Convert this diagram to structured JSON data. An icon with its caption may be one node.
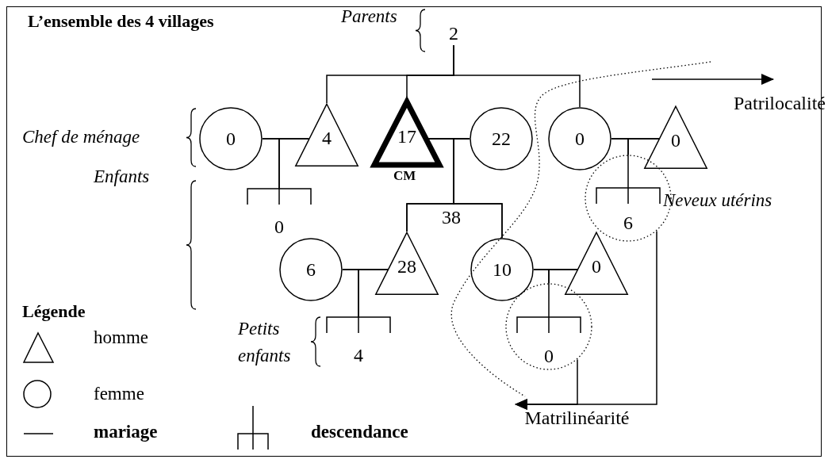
{
  "diagram": {
    "title": "L’ensemble des 4 villages",
    "nodes": [
      {
        "text": [
          "2"
        ]
      },
      {
        "text": [
          "0"
        ]
      },
      {
        "text": [
          "4"
        ]
      },
      {
        "text": [
          "17"
        ],
        "beside": [
          "CM"
        ]
      },
      {
        "text": [
          "22"
        ]
      },
      {
        "text": [
          "0"
        ]
      },
      {
        "text": [
          "0"
        ]
      },
      {
        "text": [
          "0"
        ]
      },
      {
        "text": [
          "6"
        ],
        "beside": [
          "Neveux utérins"
        ]
      },
      {
        "text": [
          "6"
        ]
      },
      {
        "text": [
          "28"
        ]
      },
      {
        "text": [
          "10"
        ]
      },
      {
        "text": [
          "0"
        ]
      },
      {
        "text": [
          "4"
        ]
      },
      {
        "text": [
          "0"
        ]
      },
      {
        "text": [
          "Patrilocalité"
        ]
      },
      {
        "text": [
          "Matrilinéarité"
        ]
      }
    ],
    "edges": [
      {
        "from": 0,
        "to": 2,
        "arrow": "none"
      },
      {
        "from": 0,
        "to": 3,
        "arrow": "none"
      },
      {
        "from": 0,
        "to": 5,
        "arrow": "none"
      },
      {
        "from": 1,
        "to": 2,
        "arrow": "none"
      },
      {
        "from": 3,
        "to": 4,
        "arrow": "none"
      },
      {
        "from": 5,
        "to": 6,
        "arrow": "none"
      },
      {
        "from": 9,
        "to": 10,
        "arrow": "none"
      },
      {
        "from": 11,
        "to": 12,
        "arrow": "none"
      },
      {
        "from": 1,
        "to": 7,
        "arrow": "none"
      },
      {
        "from": 2,
        "to": 7,
        "arrow": "none"
      },
      {
        "from": 3,
        "to": 10,
        "arrow": "none"
      },
      {
        "from": 3,
        "to": 11,
        "arrow": "none"
      },
      {
        "from": 4,
        "to": 10,
        "arrow": "none"
      },
      {
        "from": 4,
        "to": 11,
        "arrow": "none"
      },
      {
        "from": 5,
        "to": 8,
        "arrow": "none"
      },
      {
        "from": 6,
        "to": 8,
        "arrow": "none"
      },
      {
        "from": 9,
        "to": 13,
        "arrow": "none"
      },
      {
        "from": 10,
        "to": 13,
        "arrow": "none"
      },
      {
        "from": 11,
        "to": 14,
        "arrow": "none"
      },
      {
        "from": 12,
        "to": 14,
        "arrow": "none"
      },
      {
        "from": null,
        "to": 15,
        "arrow": "to"
      },
      {
        "from": 8,
        "to": 16,
        "arrow": "to"
      },
      {
        "from": 14,
        "to": 16,
        "arrow": "to"
      }
    ],
    "labels": [
      "Parents",
      "Chef de ménage",
      "Enfants",
      "38",
      "Petits enfants",
      "Légende"
    ],
    "legend": [
      {
        "text": "homme"
      },
      {
        "text": "femme"
      },
      {
        "text": "mariage"
      },
      {
        "text": "descendance"
      }
    ]
  }
}
